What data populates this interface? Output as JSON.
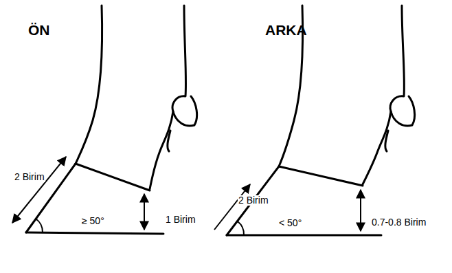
{
  "diagram": {
    "labels": [
      "ÖN",
      "ARKA",
      "2 Birim",
      "≥ 50°",
      "1 Birim",
      "2 Birim",
      "< 50°",
      "0.7-0.8 Birim"
    ]
  }
}
